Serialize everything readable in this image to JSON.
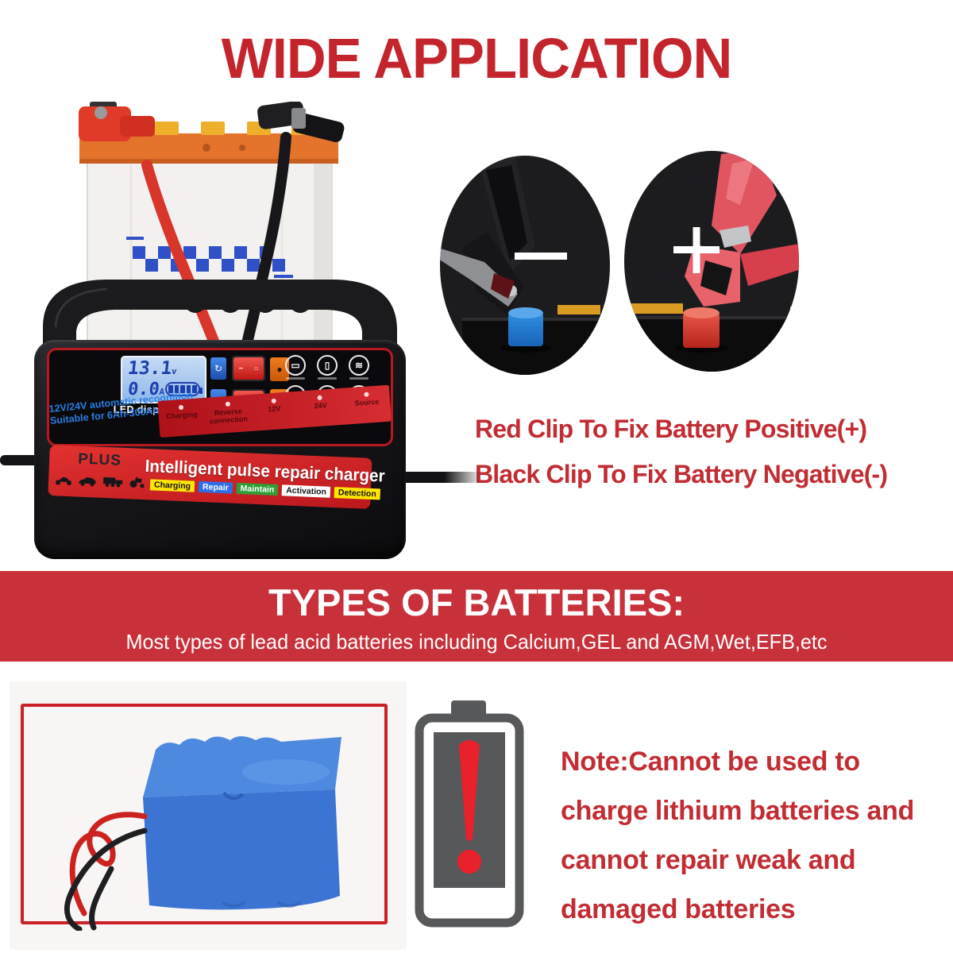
{
  "title": "WIDE APPLICATION",
  "charger": {
    "lcd": {
      "voltage": "13.1",
      "voltage_unit": "v",
      "current": "0.0",
      "current_unit": "A"
    },
    "lcd_caption": "LED display screen",
    "spec_line1": "12V/24V automatic recognition",
    "spec_line2": "Suitable for 6Ah-300Ah batteries",
    "indicators": [
      "Charging",
      "Reverse connection",
      "12V",
      "24V",
      "Source"
    ],
    "brand": "PLUS",
    "product_name": "Intelligent pulse repair charger",
    "tags": [
      {
        "label": "Charging",
        "style": "background:#ffe600;color:#15151a"
      },
      {
        "label": "Repair",
        "style": "background:#2e6de6;color:#ffffff"
      },
      {
        "label": "Maintain",
        "style": "background:#2f9e36;color:#ffffff"
      },
      {
        "label": "Activation",
        "style": "background:#ffffff;color:#15151a"
      },
      {
        "label": "Detection",
        "style": "background:#ffe600;color:#15151a"
      }
    ],
    "rocker_glyphs": {
      "dash": "−",
      "circle": "○"
    }
  },
  "clips": {
    "minus_symbol": "-",
    "plus_symbol": "+",
    "line1": "Red Clip To Fix Battery Positive(+)",
    "line2": "Black Clip To Fix Battery Negative(-)"
  },
  "battery_types": {
    "heading": "TYPES OF BATTERIES:",
    "description": "Most types of lead acid batteries including Calcium,GEL and AGM,Wet,EFB,etc"
  },
  "note": {
    "lines": [
      "Note:Cannot be used to",
      "charge lithium batteries and",
      "cannot repair weak and",
      "damaged batteries"
    ]
  },
  "colors": {
    "brand_red_text": "#c4242c",
    "banner_red": "#c8303a",
    "charger_banner_red": "#d2242b",
    "lcd_blue": "#a9cdf0",
    "spec_blue": "#2b7de2",
    "lithium_pack_blue": "#3f7bd6",
    "warning_gray": "#57585a",
    "warning_exclamation_red": "#e8212b",
    "positive_terminal_red": "#cf2f26",
    "negative_terminal_blue": "#1f7fd4"
  }
}
